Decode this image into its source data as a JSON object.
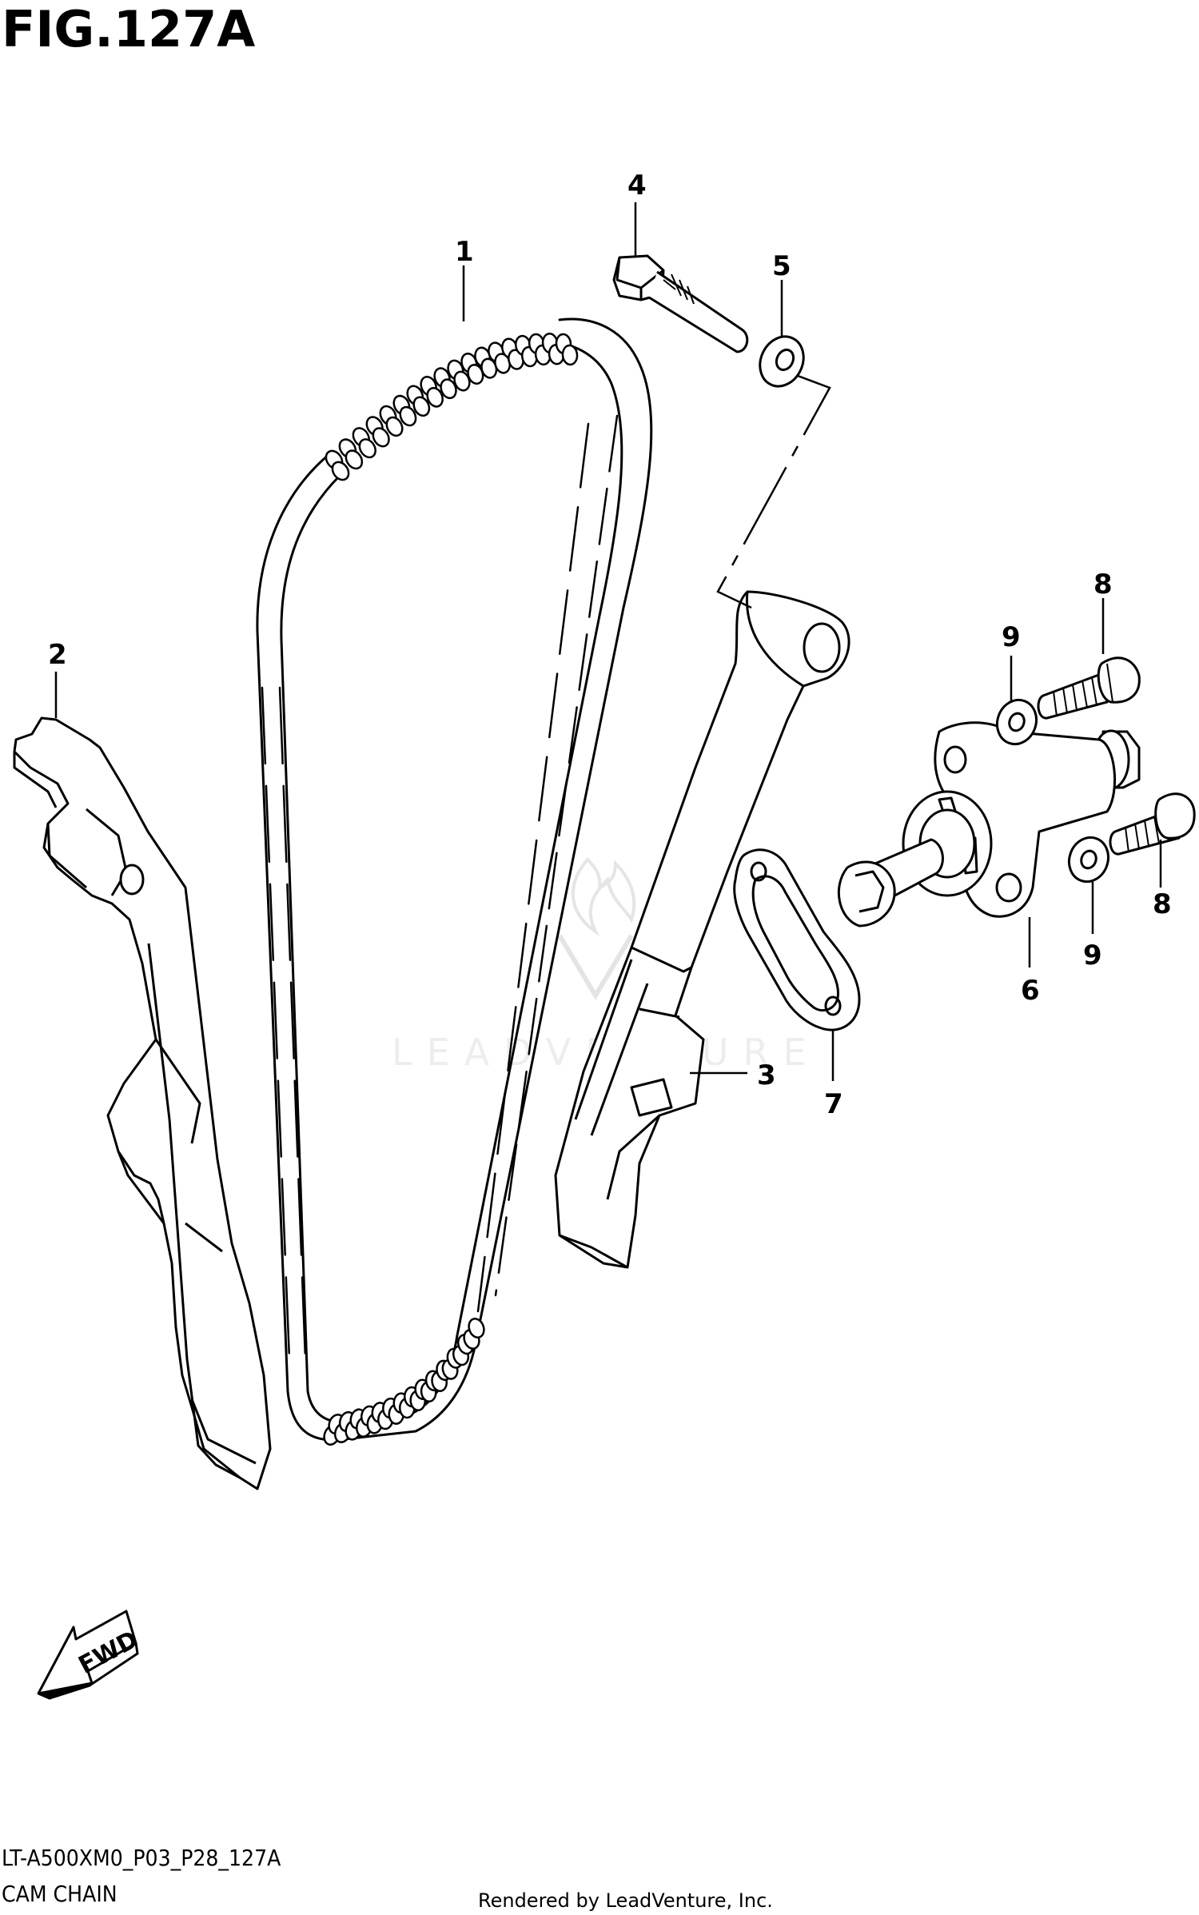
{
  "figure": {
    "title": "FIG.127A",
    "code": "LT-A500XM0_P03_P28_127A",
    "section_name": "CAM CHAIN"
  },
  "footer": {
    "rendered_by": "Rendered by LeadVenture, Inc."
  },
  "watermark": {
    "text": "LEADVENTURE"
  },
  "fwd_arrow": {
    "label": "FWD"
  },
  "callouts": {
    "c1": "1",
    "c2": "2",
    "c3": "3",
    "c4": "4",
    "c5": "5",
    "c6": "6",
    "c7": "7",
    "c8a": "8",
    "c8b": "8",
    "c9a": "9",
    "c9b": "9"
  }
}
